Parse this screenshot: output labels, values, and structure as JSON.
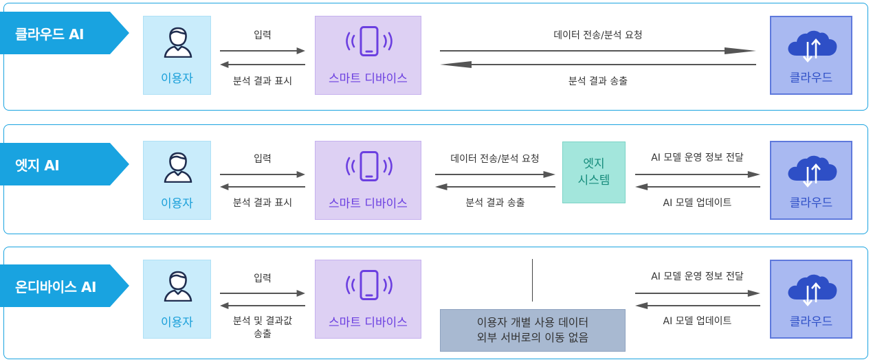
{
  "rows": [
    {
      "tag": "클라우드 AI",
      "user": "이용자",
      "device": "스마트 디바이스",
      "cloud": "클라우드",
      "arrow1_top": "입력",
      "arrow1_bottom": "분석 결과 표시",
      "arrow2_top": "데이터 전송/분석 요청",
      "arrow2_bottom": "분석 결과 송출"
    },
    {
      "tag": "엣지 AI",
      "user": "이용자",
      "device": "스마트 디바이스",
      "edge_line1": "엣지",
      "edge_line2": "시스템",
      "cloud": "클라우드",
      "arrow1_top": "입력",
      "arrow1_bottom": "분석 결과 표시",
      "arrow2_top": "데이터 전송/분석 요청",
      "arrow2_bottom": "분석 결과 송출",
      "arrow3_top": "AI 모델 운영 정보 전달",
      "arrow3_bottom": "AI 모델 업데이트"
    },
    {
      "tag": "온디바이스 AI",
      "user": "이용자",
      "device": "스마트 디바이스",
      "cloud": "클라우드",
      "arrow1_top": "입력",
      "arrow1_bottom_line1": "분석 및 결과값",
      "arrow1_bottom_line2": "송출",
      "notice_line1": "이용자 개별 사용 데이터",
      "notice_line2": "외부 서버로의 이동 없음",
      "arrow3_top": "AI 모델 운영 정보 전달",
      "arrow3_bottom": "AI 모델 업데이트"
    }
  ],
  "icons": {
    "user": "person-icon",
    "device": "smartphone-vibrate-icon",
    "cloud": "cloud-sync-icon"
  },
  "colors": {
    "accent": "#19a3e0",
    "user_fill": "#c9ecfb",
    "device_fill": "#ddd0f3",
    "cloud_fill": "#a9b9f1",
    "edge_fill": "#a3e6dc",
    "notice_fill": "#a8b9d1"
  }
}
